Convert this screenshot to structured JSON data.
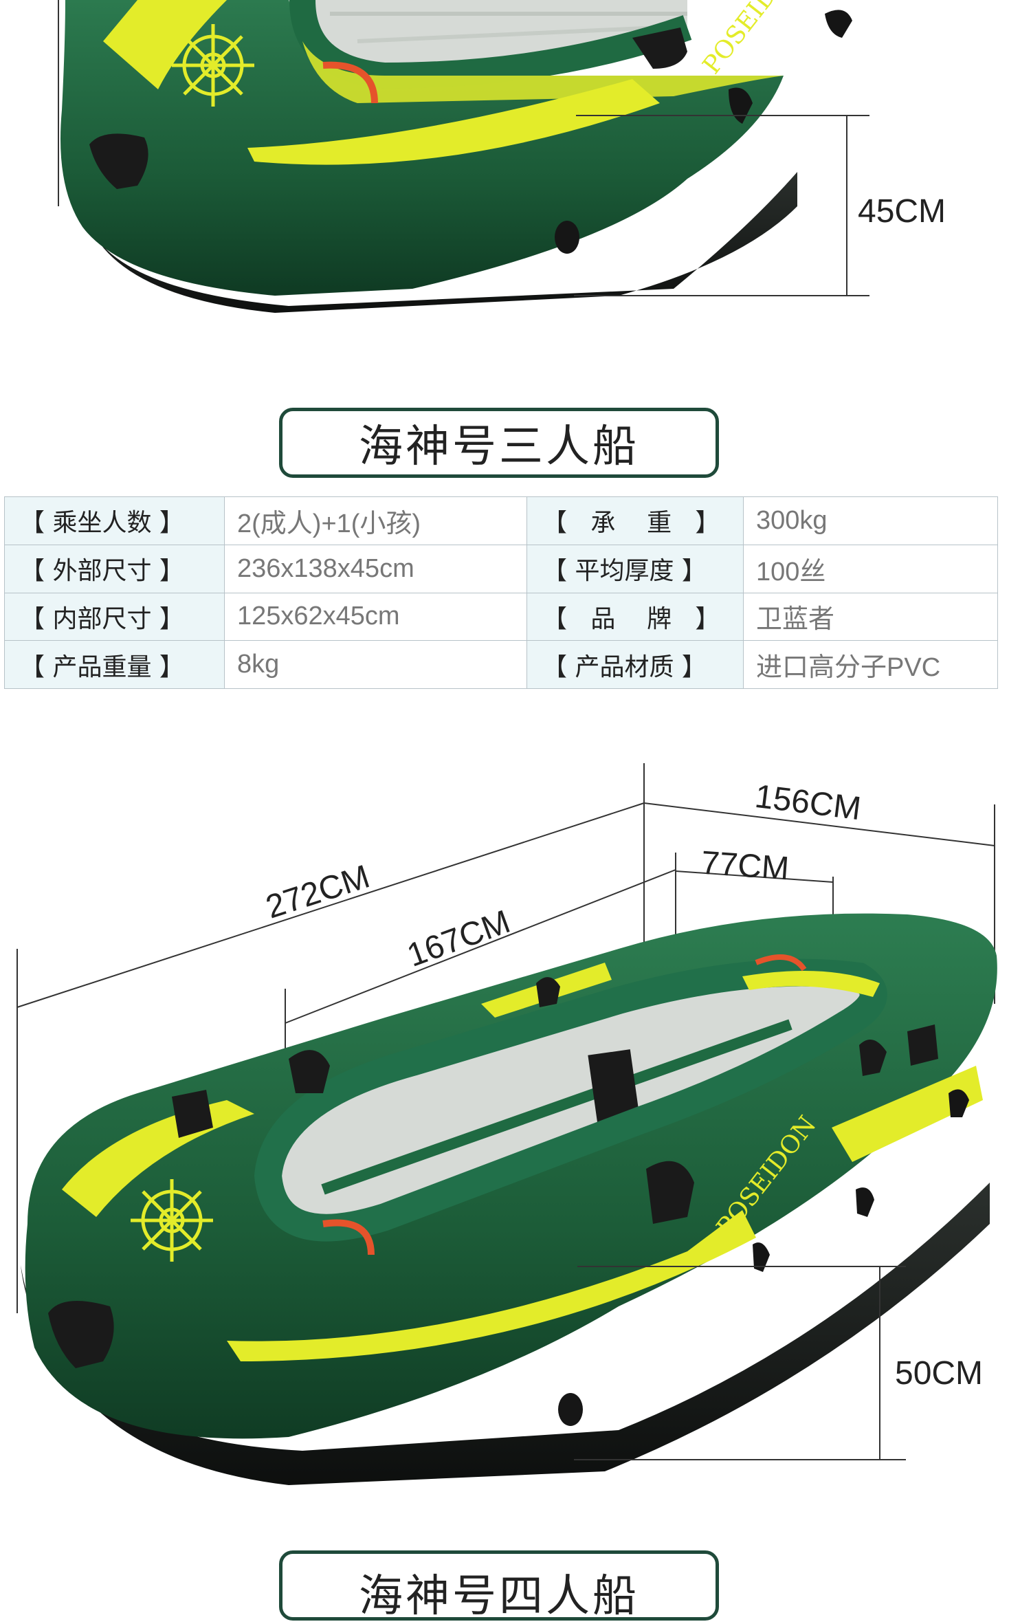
{
  "top_boat": {
    "height_label": "45CM",
    "brand_text": "POSEIDON"
  },
  "title_three": "海神号三人船",
  "specs": [
    {
      "label1": "【 乘坐人数 】",
      "value1": "2(成人)+1(小孩)",
      "label2": "【   承    重   】",
      "value2": "300kg"
    },
    {
      "label1": "【 外部尺寸 】",
      "value1": "236x138x45cm",
      "label2": "【 平均厚度 】",
      "value2": "100丝"
    },
    {
      "label1": "【 内部尺寸 】",
      "value1": "125x62x45cm",
      "label2": "【   品    牌   】",
      "value2": "卫蓝者"
    },
    {
      "label1": "【 产品重量 】",
      "value1": "8kg",
      "label2": "【 产品材质 】",
      "value2": "进口高分子PVC"
    }
  ],
  "bottom_boat": {
    "length_outer": "272CM",
    "length_inner": "167CM",
    "width_outer": "156CM",
    "width_inner": "77CM",
    "height": "50CM",
    "brand_text": "POSEIDON"
  },
  "title_four": "海神号四人船",
  "colors": {
    "boat_green": "#1f5e3c",
    "stripe_yellow": "#e3ec2a",
    "floor_gray": "#d9dcd8",
    "frame": "#1f4a3a"
  }
}
